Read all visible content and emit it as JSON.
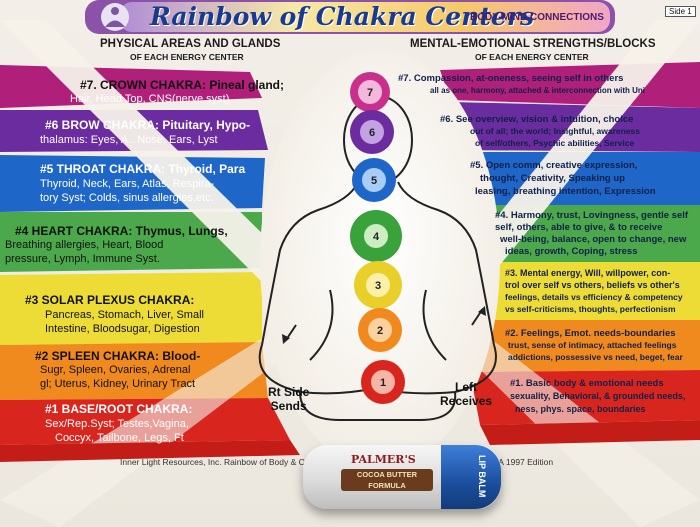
{
  "header": {
    "title": "Rainbow of Chakra Centers",
    "subtitle": "BODY-MIND CONNECTIONS",
    "page_mark": "Side 1"
  },
  "left_column": {
    "heading": "PHYSICAL AREAS AND GLANDS",
    "subheading": "OF EACH ENERGY CENTER"
  },
  "right_column": {
    "heading": "MENTAL-EMOTIONAL STRENGTHS/BLOCKS",
    "subheading": "OF EACH ENERGY CENTER"
  },
  "chakras_left": [
    {
      "title": "#7. CROWN CHAKRA: Pineal gland;",
      "lines": [
        "Hair, Head Top, CNS(nerve syst)"
      ]
    },
    {
      "title": "#6 BROW CHAKRA: Pituitary, Hypo-",
      "lines": [
        "thalamus: Eyes, A...Nose, Ears, Lyst"
      ]
    },
    {
      "title": "#5 THROAT CHAKRA: Thyroid, Para",
      "lines": [
        "Thyroid, Neck, Ears, Atlas, Respira-",
        "tory Syst; Colds, sinus allergies,etc."
      ]
    },
    {
      "title": "#4 HEART CHAKRA: Thymus, Lungs,",
      "lines": [
        "Breathing allergies, Heart, Blood",
        "pressure, Lymph, Immune Syst."
      ]
    },
    {
      "title": "#3 SOLAR PLEXUS CHAKRA:",
      "lines": [
        "Pancreas, Stomach, Liver, Small",
        "Intestine, Bloodsugar, Digestion"
      ]
    },
    {
      "title": "#2 SPLEEN CHAKRA: Blood-",
      "lines": [
        "Sugr, Spleen, Ovaries, Adrenal",
        "gl; Uterus, Kidney, Urinary Tract"
      ]
    },
    {
      "title": "#1 BASE/ROOT CHAKRA:",
      "lines": [
        "Sex/Rep.Syst; Testes,Vagina,",
        "Coccyx, Tailbone, Legs, Ft"
      ]
    }
  ],
  "chakras_right": [
    {
      "lines": [
        "#7. Compassion, at-oneness, seeing self in others",
        "all as one, harmony, attached & interconnection with Uni"
      ]
    },
    {
      "lines": [
        "#6. See overview, vision & intuition, choice",
        "out of all; the world; Insightful, awareness",
        "of self/others, Psychic abilities, Service"
      ]
    },
    {
      "lines": [
        "#5. Open comm, creative expression,",
        "thought, Creativity, Speaking up",
        "leasing, breathing intention, Expression"
      ]
    },
    {
      "lines": [
        "#4. Harmony, trust, Lovingness, gentle self",
        "self, others, able to give, & to receive",
        "well-being, balance, open to change, new",
        "ideas, growth, Coping, stress"
      ]
    },
    {
      "lines": [
        "#3. Mental energy, Will, willpower, con-",
        "trol over self vs others, beliefs vs other's",
        "feelings, details vs efficiency & competency",
        "vs self-criticisms, thoughts, perfectionism"
      ]
    },
    {
      "lines": [
        "#2. Feelings, Emot. needs-boundaries",
        "trust, sense of intimacy, attached feelings",
        "addictions, possessive vs need, beget, fear"
      ]
    },
    {
      "lines": [
        "#1. Basic body & emotional needs",
        "sexuality, Behavioral, & grounded needs,",
        "ness, phys. space, boundaries"
      ]
    }
  ],
  "figure": {
    "left_label": [
      "Rt Side",
      "Sends"
    ],
    "right_label": [
      "Left",
      "Receives"
    ],
    "chakra_numbers": [
      "7",
      "6",
      "5",
      "4",
      "3",
      "2",
      "1"
    ]
  },
  "footer": "Inner Light Resources, Inc. Rainbow of Body & Chakra Series  P.O. Box 82542, Tampa, FL 33682 USA 1997 Edition",
  "lip_balm": {
    "brand": "PALMER'S",
    "product": "COCOA BUTTER FORMULA",
    "cap_text": "LIP BALM"
  },
  "colors": {
    "crown": "#b01f7a",
    "brow": "#6a2c9e",
    "throat": "#1f66c9",
    "heart": "#3aa23a",
    "solar": "#e8d83a",
    "spleen": "#f08a1f",
    "root": "#d8261f"
  }
}
